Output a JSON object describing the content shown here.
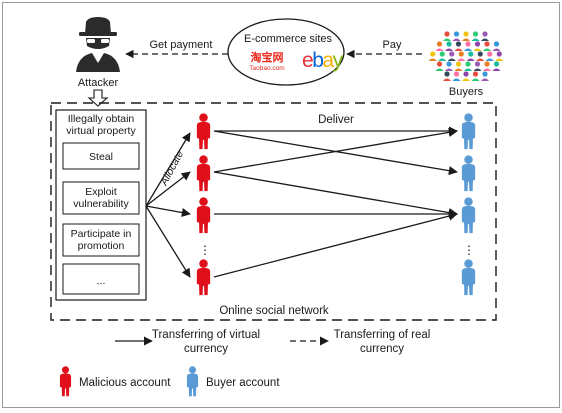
{
  "top": {
    "attacker_label": "Attacker",
    "get_payment_label": "Get payment",
    "ecommerce_title": "E-commerce sites",
    "taobao_logo": {
      "chinese": "淘宝网",
      "latin": "Taobao.com"
    },
    "ebay_logo": "ebay",
    "pay_label": "Pay",
    "buyers_label": "Buyers"
  },
  "panel": {
    "title_line1": "Illegally obtain",
    "title_line2": "virtual property",
    "items": [
      {
        "line1": "Steal",
        "line2": ""
      },
      {
        "line1": "Exploit",
        "line2": "vulnerability"
      },
      {
        "line1": "Participate in",
        "line2": "promotion"
      },
      {
        "line1": "...",
        "line2": ""
      }
    ]
  },
  "network": {
    "allocate_label": "Allocate",
    "deliver_label": "Deliver",
    "ellipsis": "⋮",
    "region_label": "Online social network"
  },
  "legend": {
    "virtual_line1": "Transferring of virtual",
    "virtual_line2": "currency",
    "real_line1": "Transferring of real",
    "real_line2": "currency",
    "malicious": "Malicious account",
    "buyer": "Buyer account"
  },
  "colors": {
    "malicious": "#e0101a",
    "buyer": "#5b9bd5",
    "stroke": "#1a1a1a",
    "taobao": "#e8291c",
    "ebay_e": "#e53238",
    "ebay_b": "#0064d2",
    "ebay_a": "#f5af02",
    "ebay_y": "#86b817"
  }
}
